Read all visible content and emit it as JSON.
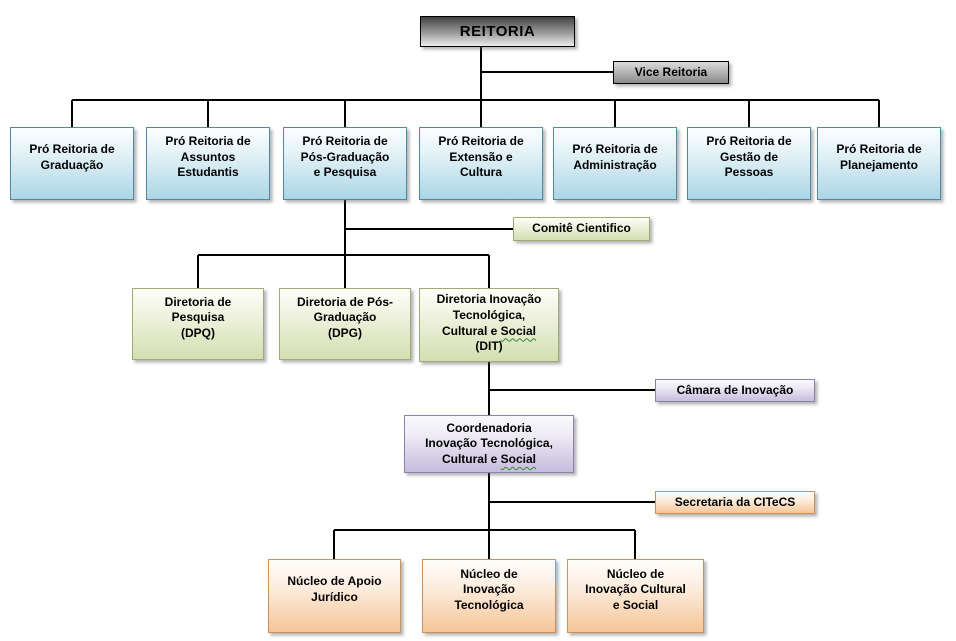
{
  "nodes": {
    "reitoria": {
      "label": "REITORIA"
    },
    "vice_reitoria": {
      "label": "Vice Reitoria"
    },
    "pro_reitorias": [
      {
        "lines": [
          "Pró Reitoria de",
          "Graduação"
        ]
      },
      {
        "lines": [
          "Pró Reitoria de",
          "Assuntos",
          "Estudantis"
        ]
      },
      {
        "lines": [
          "Pró Reitoria de",
          "Pós-Graduação",
          "e Pesquisa"
        ]
      },
      {
        "lines": [
          "Pró Reitoria de",
          "Extensão e",
          "Cultura"
        ]
      },
      {
        "lines": [
          "Pró Reitoria de",
          "Administração"
        ]
      },
      {
        "lines": [
          "Pró Reitoria de",
          "Gestão de",
          "Pessoas"
        ]
      },
      {
        "lines": [
          "Pró Reitoria de",
          "Planejamento"
        ]
      }
    ],
    "comite_cientifico": {
      "label": "Comitê Cientifico"
    },
    "diretorias": [
      {
        "lines": [
          "Diretoria de",
          "Pesquisa",
          "(DPQ)"
        ]
      },
      {
        "lines": [
          "Diretoria de Pós-",
          "Graduação",
          "(DPG)"
        ]
      },
      {
        "lines": [
          "Diretoria Inovação",
          "Tecnológica,"
        ],
        "line_pre": "Cultural e ",
        "line_wavy": "Social",
        "line_last": "(DIT)"
      }
    ],
    "camara_inovacao": {
      "label": "Câmara de Inovação"
    },
    "coordenadoria": {
      "lines": [
        "Coordenadoria",
        "Inovação Tecnológica,"
      ],
      "line_pre": "Cultural e ",
      "line_wavy": "Social"
    },
    "secretaria_citecs": {
      "label": "Secretaria da CITeCS"
    },
    "nucleos": [
      {
        "lines": [
          "Núcleo de Apoio",
          "Jurídico"
        ]
      },
      {
        "lines": [
          "Núcleo de",
          "Inovação",
          "Tecnológica"
        ]
      },
      {
        "lines": [
          "Núcleo de",
          "Inovação Cultural",
          "e Social"
        ]
      }
    ]
  },
  "colors": {
    "blue_border": "#4e8aa8",
    "green_border": "#9cab77",
    "purple_border": "#8d81ad",
    "orange_border": "#cc8f5e",
    "root_gradient_top": "#424242",
    "root_gradient_bottom": "#ededed",
    "gray_gradient_top": "#dcdcdc",
    "gray_gradient_bottom": "#8a8a8a",
    "connector": "#000000"
  }
}
